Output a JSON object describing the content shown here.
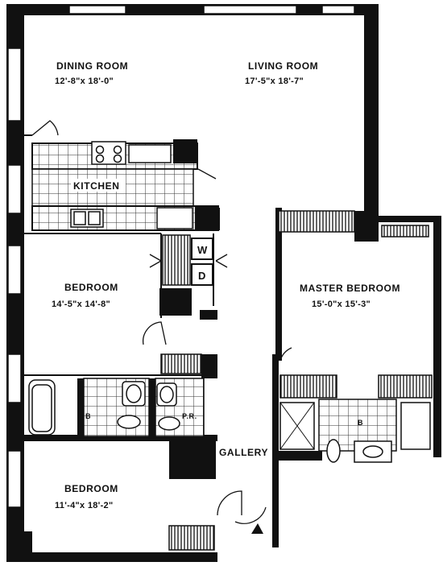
{
  "rooms": {
    "dining": {
      "name": "DINING ROOM",
      "dim": "12'-8\"x 18'-0\""
    },
    "living": {
      "name": "LIVING ROOM",
      "dim": "17'-5\"x 18'-7\""
    },
    "kitchen": {
      "name": "KITCHEN"
    },
    "bedroom1": {
      "name": "BEDROOM",
      "dim": "14'-5\"x 14'-8\""
    },
    "master": {
      "name": "MASTER BEDROOM",
      "dim": "15'-0\"x 15'-3\""
    },
    "gallery": {
      "name": "GALLERY"
    },
    "bedroom2": {
      "name": "BEDROOM",
      "dim": "11'-4\"x 18'-2\""
    }
  },
  "appliances": {
    "washer": "W",
    "dryer": "D"
  },
  "fixtures": {
    "bath_left": "B",
    "powder": "P.R.",
    "bath_master": "B"
  }
}
